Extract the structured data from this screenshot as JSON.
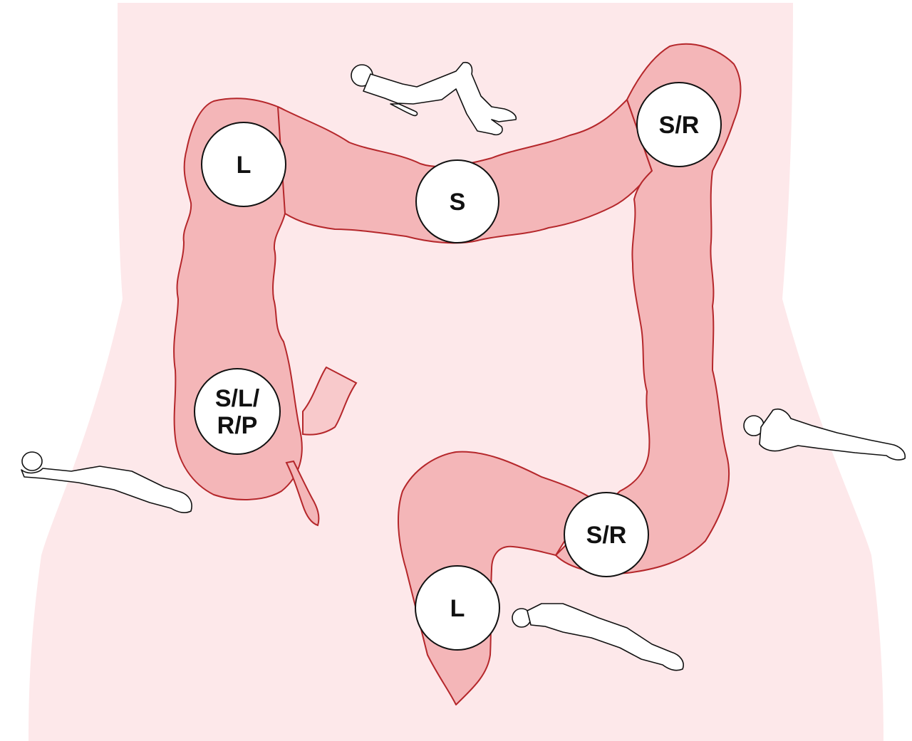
{
  "colors": {
    "abdomen": "#fde8ea",
    "colon_fill": "#f4b6b8",
    "colon_outline": "#b5272b",
    "appendix_fill": "#f8c9cb",
    "label_circle": "#ffffff",
    "label_text": "#111111"
  },
  "stations": [
    {
      "id": "hepatic-flexure",
      "lines": [
        "L"
      ]
    },
    {
      "id": "transverse-colon",
      "lines": [
        "S"
      ]
    },
    {
      "id": "splenic-flexure",
      "lines": [
        "S/R"
      ]
    },
    {
      "id": "cecum",
      "lines": [
        "S/L/",
        "R/P"
      ]
    },
    {
      "id": "sigmoid-colon",
      "lines": [
        "S/R"
      ]
    },
    {
      "id": "rectum",
      "lines": [
        "L"
      ]
    }
  ],
  "position_icons": [
    "supine-patient-icon",
    "prone-patient-icon",
    "right-lateral-patient-icon",
    "left-lateral-patient-icon"
  ]
}
